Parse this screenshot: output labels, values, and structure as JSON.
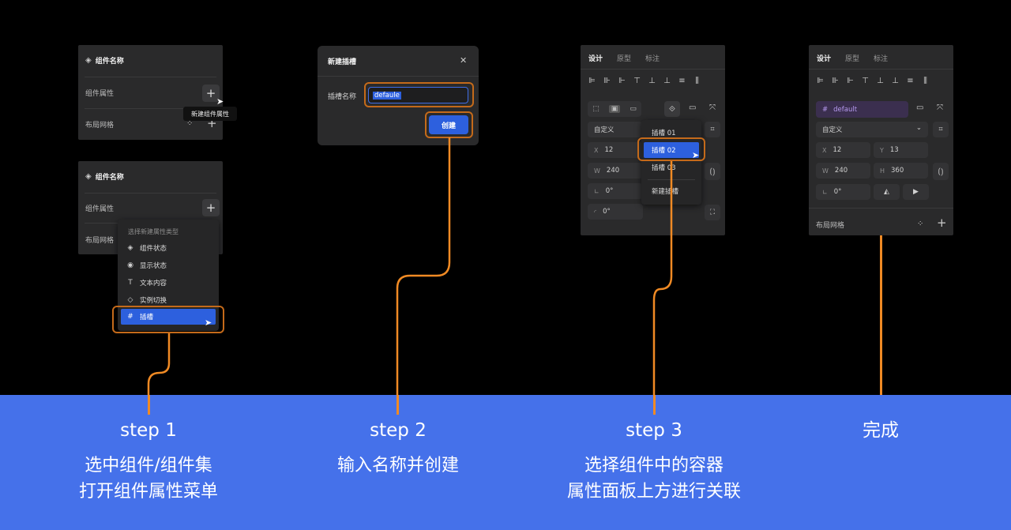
{
  "step1": {
    "panelA": {
      "title": "组件名称",
      "prop_label": "组件属性",
      "grid_label": "布局网格",
      "tooltip": "新建组件属性",
      "plus": "+",
      "move_icon": "⁘",
      "plus2": "+"
    },
    "panelB": {
      "title": "组件名称",
      "prop_label": "组件属性",
      "grid_label": "布局网格",
      "plus": "+"
    },
    "menu": {
      "header": "选择新建属性类型",
      "items": [
        {
          "icon": "◈",
          "label": "组件状态"
        },
        {
          "icon": "◉",
          "label": "显示状态"
        },
        {
          "icon": "T",
          "label": "文本内容"
        },
        {
          "icon": "◇",
          "label": "实例切换"
        },
        {
          "icon": "#",
          "label": "插槽"
        }
      ]
    }
  },
  "step2": {
    "dialog_title": "新建插槽",
    "close": "✕",
    "field_label": "插槽名称",
    "field_value": "defaule",
    "create": "创建"
  },
  "step3": {
    "tabs": [
      "设计",
      "原型",
      "标注"
    ],
    "align_icons": [
      "⊫",
      "⊪",
      "⊩",
      "⊤",
      "⊥",
      "⊥",
      "≡",
      "⫼"
    ],
    "dropdown_value": "自定义",
    "x_label": "X",
    "x_value": "12",
    "w_label": "W",
    "w_value": "240",
    "rot_label": "∟",
    "rot_value": "0°",
    "radius_label": "◜",
    "radius_value": "0°",
    "slot_menu": [
      "插槽 01",
      "插槽 02",
      "插槽 03",
      "新建插槽"
    ]
  },
  "step4": {
    "tabs": [
      "设计",
      "原型",
      "标注"
    ],
    "slot_name": "default",
    "slot_icon": "#",
    "dropdown_value": "自定义",
    "chevron": "⌄",
    "x_label": "X",
    "x_value": "12",
    "y_label": "Y",
    "y_value": "13",
    "w_label": "W",
    "w_value": "240",
    "h_label": "H",
    "h_value": "360",
    "rot_label": "∟",
    "rot_value": "0°",
    "grid_label": "布局网格",
    "plus": "+",
    "move_icon": "⁘"
  },
  "banner": {
    "s1_title": "step 1",
    "s1_line1": "选中组件/组件集",
    "s1_line2": "打开组件属性菜单",
    "s2_title": "step 2",
    "s2_line1": "输入名称并创建",
    "s3_title": "step 3",
    "s3_line1": "选择组件中的容器",
    "s3_line2": "属性面板上方进行关联",
    "s4_title": "完成"
  },
  "colors": {
    "accent": "#2d60de",
    "highlight": "#c46a1a",
    "connector": "#f08a24",
    "banner": "#4571ea",
    "panel": "#2a2a2b"
  }
}
